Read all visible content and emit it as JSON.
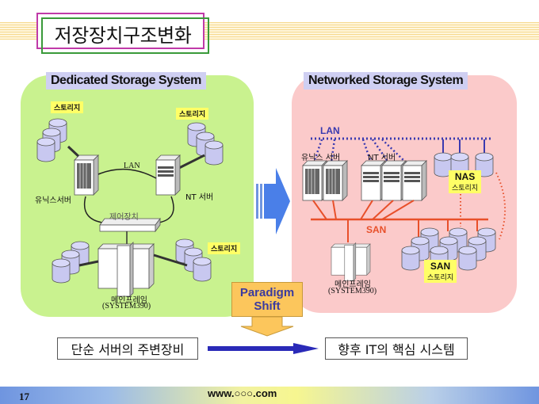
{
  "slide": {
    "title": "저장장치구조변화",
    "page_number": "17",
    "footer_url": "www.○○○.com"
  },
  "left_panel": {
    "title": "Dedicated Storage System",
    "storage_label": "스토리지",
    "lan_label": "LAN",
    "unix_server_label": "유닉스서버",
    "nt_server_label": "NT 서버",
    "controller_label": "제어장치",
    "mainframe_label": "메인프레임",
    "mainframe_model": "(SYSTEM390)"
  },
  "right_panel": {
    "title": "Networked Storage System",
    "lan_label": "LAN",
    "san_label": "SAN",
    "unix_server_label": "유닉스 서버",
    "nt_server_label": "NT 서버",
    "nas_storage": {
      "title": "NAS",
      "subtitle": "스토리지"
    },
    "san_storage": {
      "title": "SAN",
      "subtitle": "스토리지"
    },
    "mainframe_label": "메인프레임",
    "mainframe_model": "(SYSTEM390)"
  },
  "transition": {
    "shift_line1": "Paradigm",
    "shift_line2": "Shift",
    "from_label": "단순 서버의 주변장비",
    "to_label": "향후 IT의 핵심 시스템"
  },
  "colors": {
    "left_panel_bg": "#c9f28f",
    "right_panel_bg": "#fbcaca",
    "storage_fill": "#c8c8f0",
    "lan_line": "#3a3ab0",
    "san_line": "#e8502a",
    "arrow_blue": "#4a7fe8"
  }
}
